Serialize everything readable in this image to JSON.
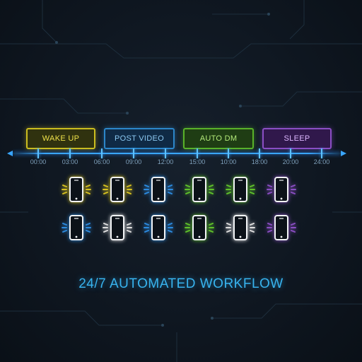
{
  "phases": [
    {
      "label": "WAKE UP",
      "color": "#cbbd1f"
    },
    {
      "label": "POST VIDEO",
      "color": "#2c86c9"
    },
    {
      "label": "AUTO DM",
      "color": "#59b229"
    },
    {
      "label": "SLEEP",
      "color": "#8b4ec4"
    }
  ],
  "timeline": {
    "labels": [
      "00:00",
      "03:00",
      "06:00",
      "09:00",
      "12:00",
      "15:00",
      "10:00",
      "18:00",
      "20:00",
      "24:00"
    ],
    "accent": "#3aa6ff"
  },
  "devices": {
    "icon": "smartphone-icon",
    "rows": [
      [
        "#d8c21f",
        "#d8c21f",
        "#2c8be0",
        "#5fc22a",
        "#5fc22a",
        "#8b4ec4"
      ],
      [
        "#2c8be0",
        "#e0e0e0",
        "#2c8be0",
        "#5fc22a",
        "#e0e0e0",
        "#8b4ec4"
      ]
    ]
  },
  "headline": "24/7 AUTOMATED WORKFLOW"
}
